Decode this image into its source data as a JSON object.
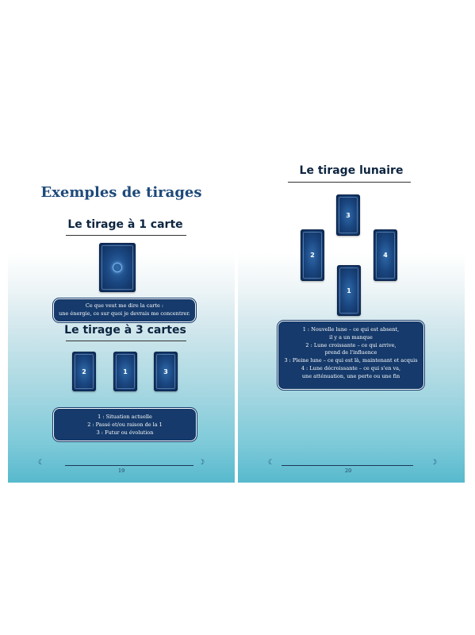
{
  "left_page": {
    "title": "Exemples de tirages",
    "one_card": {
      "heading": "Le tirage à 1 carte",
      "box_lines": [
        "Ce que veut me dire la carte :",
        "une énergie, ce sur quoi je devrais me concentrer."
      ]
    },
    "three_cards": {
      "heading": "Le tirage à 3 cartes",
      "cards": [
        "2",
        "1",
        "3"
      ],
      "box_lines": [
        "1 : Situation actuelle",
        "2 : Passé et/ou raison de la 1",
        "3 : Futur ou évolution"
      ]
    },
    "page_number": "19"
  },
  "right_page": {
    "lunar": {
      "heading": "Le tirage lunaire",
      "cards": {
        "top": "3",
        "left": "2",
        "right": "4",
        "bottom": "1"
      },
      "box_lines": [
        "1 : Nouvelle lune – ce qui est absent,",
        "il y a un manque",
        "2 : Lune croissante – ce qui arrive,",
        "prend de l'influence",
        "3 : Pleine lune – ce qui est là, maintenant et acquis",
        "4 : Lune décroissante – ce qui s'en va,",
        "une atténuation, une perte ou une fin"
      ]
    },
    "page_number": "20"
  },
  "footer_icon": "crescent-moon-icon",
  "colors": {
    "title": "#1e4a7a",
    "box": "#153a6b",
    "card": "#1a4680",
    "background_bottom": "#57b9cd"
  }
}
